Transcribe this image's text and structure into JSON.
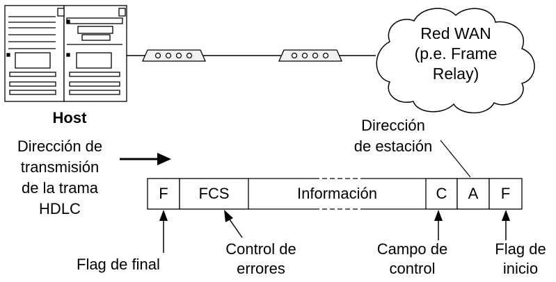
{
  "host_label": "Host",
  "wan_label": [
    "Red WAN",
    "(p.e. Frame",
    "Relay)"
  ],
  "transmission_label": [
    "Dirección de",
    "transmisión",
    "de la trama",
    "HDLC"
  ],
  "frame_fields": [
    {
      "key": "flag_end",
      "text": "F"
    },
    {
      "key": "fcs",
      "text": "FCS"
    },
    {
      "key": "info",
      "text": "Información"
    },
    {
      "key": "control",
      "text": "C"
    },
    {
      "key": "address",
      "text": "A"
    },
    {
      "key": "flag_start",
      "text": "F"
    }
  ],
  "annotations": {
    "station_address": [
      "Dirección",
      "de estación"
    ],
    "flag_end": [
      "Flag de final"
    ],
    "error_control": [
      "Control de",
      "errores"
    ],
    "control_field": [
      "Campo de",
      "control"
    ],
    "flag_start": [
      "Flag de",
      "inicio"
    ]
  },
  "icons": [
    "server-rack-icon",
    "modem-icon",
    "modem-icon",
    "cloud-icon",
    "arrow-right-icon"
  ],
  "colors": {
    "stroke": "#000000",
    "fill": "#ffffff",
    "device_fill": "#f2f2f2"
  }
}
